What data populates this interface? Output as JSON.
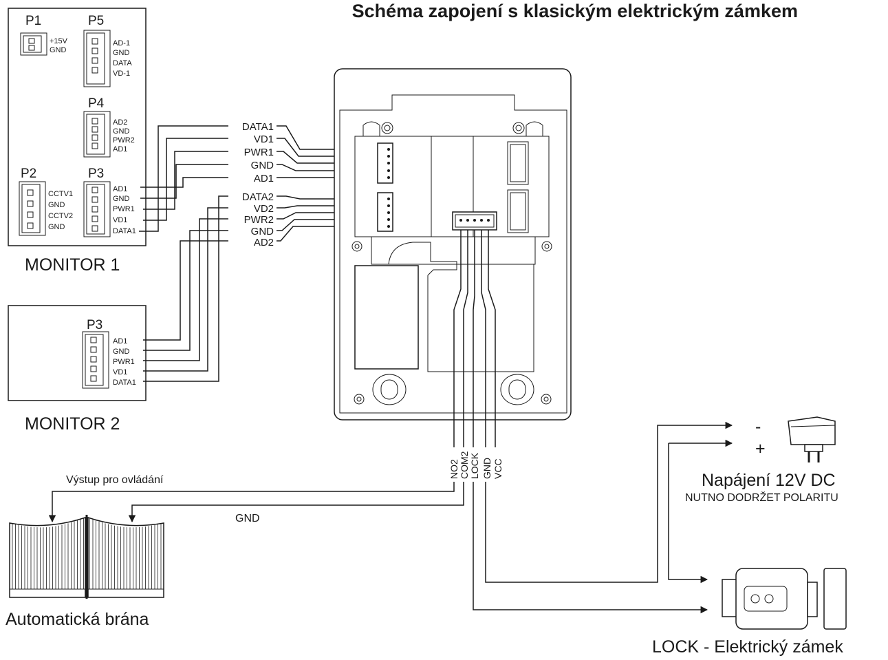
{
  "title": "Schéma zapojení s klasickým elektrickým zámkem",
  "monitor1": {
    "label": "MONITOR 1",
    "p1": {
      "name": "P1",
      "pins": [
        "+15V",
        "GND"
      ]
    },
    "p5": {
      "name": "P5",
      "pins": [
        "AD-1",
        "GND",
        "DATA",
        "VD-1"
      ]
    },
    "p4": {
      "name": "P4",
      "pins": [
        "AD2",
        "GND",
        "PWR2",
        "AD1"
      ]
    },
    "p2": {
      "name": "P2",
      "pins": [
        "CCTV1",
        "GND",
        "CCTV2",
        "GND"
      ]
    },
    "p3": {
      "name": "P3",
      "pins": [
        "AD1",
        "GND",
        "PWR1",
        "VD1",
        "DATA1"
      ]
    }
  },
  "monitor2": {
    "label": "MONITOR 2",
    "p3": {
      "name": "P3",
      "pins": [
        "AD1",
        "GND",
        "PWR1",
        "VD1",
        "DATA1"
      ]
    }
  },
  "wires_upper": [
    "DATA1",
    "VD1",
    "PWR1",
    "GND",
    "AD1"
  ],
  "wires_lower": [
    "DATA2",
    "VD2",
    "PWR2",
    "GND",
    "AD2"
  ],
  "terminals": [
    "NO2",
    "COM2",
    "LOCK",
    "GND",
    "VCC"
  ],
  "gate": {
    "control_label": "Výstup pro ovládání",
    "gnd_label": "GND",
    "caption": "Automatická brána"
  },
  "power": {
    "minus": "-",
    "plus": "+",
    "caption": "Napájení 12V DC",
    "note": "NUTNO DODRŽET POLARITU"
  },
  "lock": {
    "caption": "LOCK - Elektrický zámek"
  }
}
